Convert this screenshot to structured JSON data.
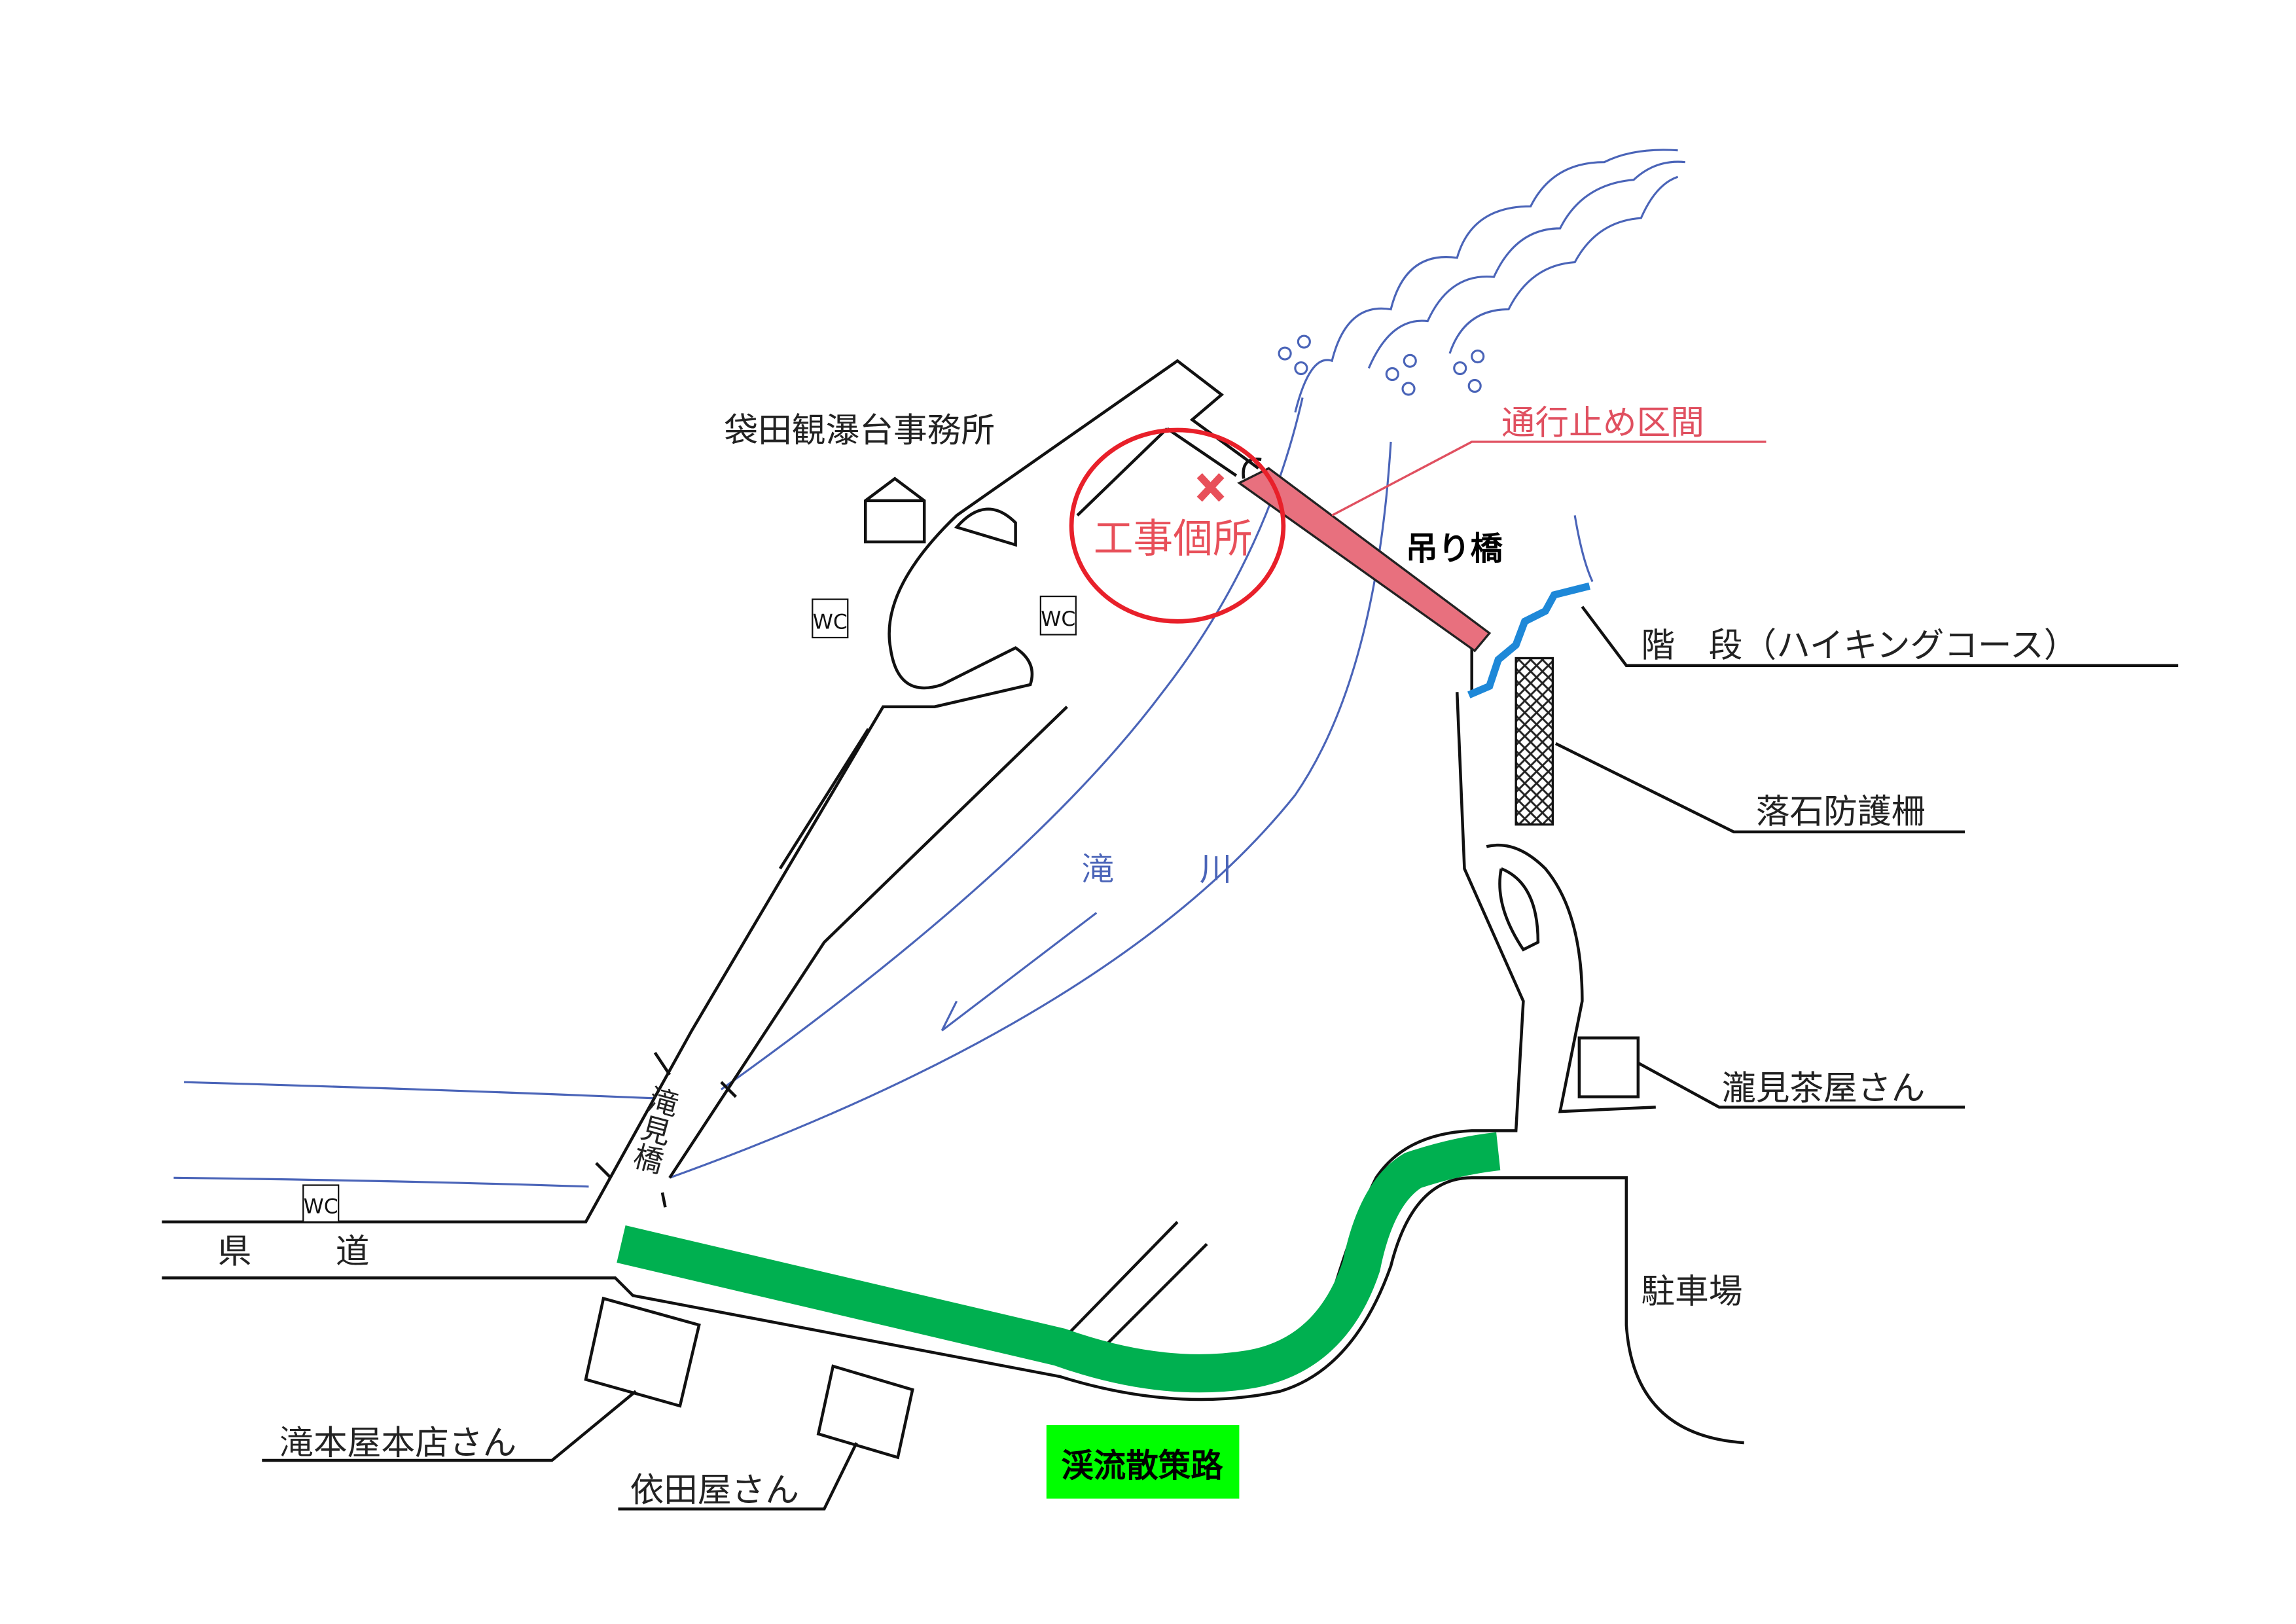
{
  "colors": {
    "closed_section": "#e8707e",
    "construction": "#e8202a",
    "river": "#4a64b8",
    "stairs": "#1e88d8",
    "walking_path": "#00b050",
    "walking_path_label_bg": "#00ff00"
  },
  "labels": {
    "office": "袋田観瀑台事務所",
    "closed_section": "通行止め区間",
    "construction_site": "工事個所",
    "suspension_bridge": "吊り橋",
    "stairs": "階　段（ハイキングコース）",
    "rockfall_fence": "落石防護柵",
    "teahouse": "瀧見茶屋さん",
    "parking": "駐車場",
    "takimotoya": "滝本屋本店さん",
    "yodaya": "依田屋さん",
    "prefectural_road_1": "県",
    "prefectural_road_2": "道",
    "river_1": "滝",
    "river_2": "川",
    "bridge": "滝見橋",
    "walking_path": "渓流散策路",
    "wc": "WC"
  },
  "icons": {
    "construction_mark": "x-mark-icon",
    "building": "house-icon",
    "toilet": "wc-icon"
  }
}
